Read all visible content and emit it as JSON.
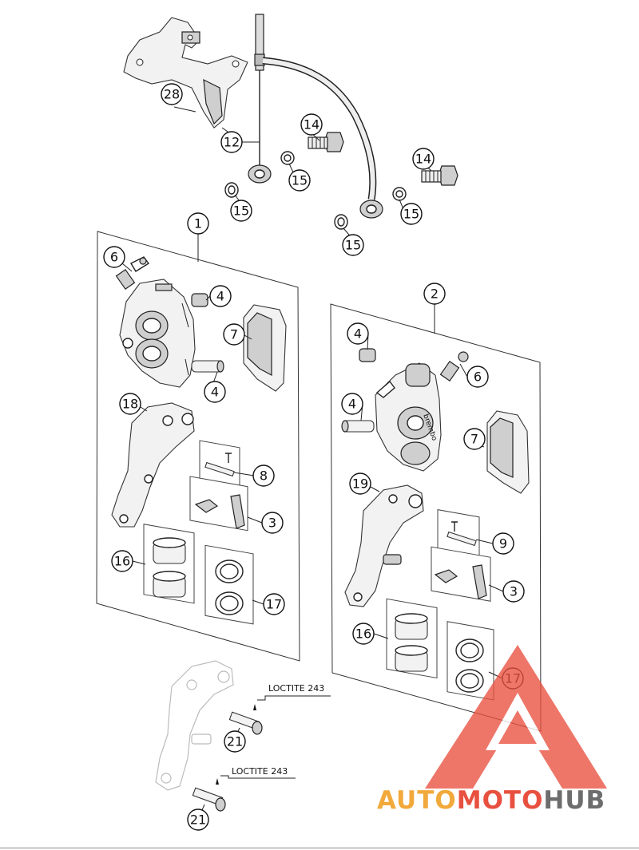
{
  "callouts": {
    "c28": "28",
    "c12": "12",
    "c14a": "14",
    "c14b": "14",
    "c15a": "15",
    "c15b": "15",
    "c15c": "15",
    "c15d": "15",
    "c1": "1",
    "c2": "2",
    "c6a": "6",
    "c6b": "6",
    "c4a": "4",
    "c4b": "4",
    "c4c": "4",
    "c4d": "4",
    "c7a": "7",
    "c7b": "7",
    "c18": "18",
    "c19": "19",
    "c8": "8",
    "c9": "9",
    "c3a": "3",
    "c3b": "3",
    "c16a": "16",
    "c16b": "16",
    "c17a": "17",
    "c17b": "17",
    "c21a": "21",
    "c21b": "21"
  },
  "notes": {
    "loctite_1": "LOCTITE 243",
    "loctite_2": "LOCTITE 243",
    "caliper_brand": "brembo"
  },
  "watermark": {
    "part1": "AUTO",
    "part2": "MOTO",
    "part3": "HUB",
    "color_orange": "#f2a93b",
    "color_red": "#e8503f",
    "color_gray": "#6d6d6d"
  }
}
